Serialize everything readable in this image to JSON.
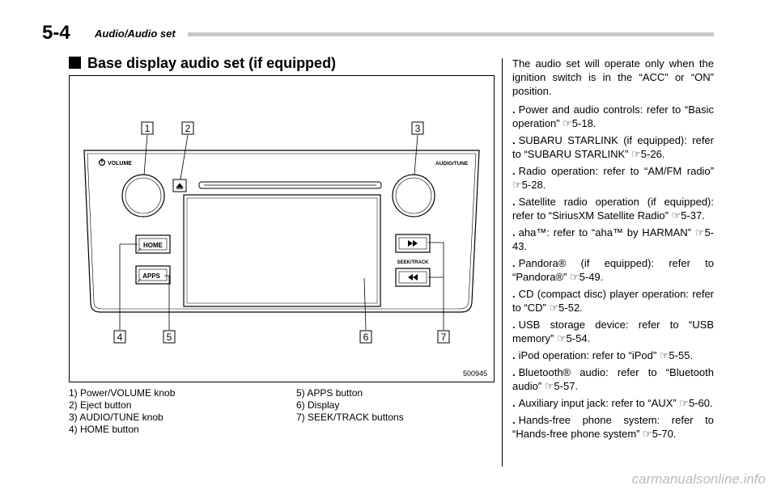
{
  "header": {
    "page_number": "5-4",
    "chapter": "Audio/Audio set"
  },
  "section": {
    "heading": "Base display audio set (if equipped)"
  },
  "figure": {
    "id": "500945",
    "panel_labels": {
      "volume": "VOLUME",
      "audio_tune": "AUDIO/TUNE",
      "home": "HOME",
      "apps": "APPS",
      "seek_track": "SEEK/TRACK"
    },
    "callouts": [
      "1",
      "2",
      "3",
      "4",
      "5",
      "6",
      "7"
    ]
  },
  "legend": {
    "left": [
      "1) Power/VOLUME knob",
      "2) Eject button",
      "3) AUDIO/TUNE knob",
      "4) HOME button"
    ],
    "right": [
      "5) APPS button",
      "6) Display",
      "7) SEEK/TRACK buttons"
    ]
  },
  "body": {
    "intro": "The audio set will operate only when the ignition switch is in the “ACC” or “ON” position.",
    "bullet": ".",
    "items": [
      "Power and audio controls: refer to “Basic operation” ☞5-18.",
      "SUBARU STARLINK (if equipped): refer to “SUBARU STARLINK” ☞5-26.",
      "Radio operation: refer to “AM/FM radio” ☞5-28.",
      "Satellite radio operation (if equipped): refer to “SiriusXM Satellite Radio” ☞5-37.",
      "aha™: refer to “aha™ by HARMAN” ☞5-43.",
      "Pandora® (if equipped): refer to “Pandora®” ☞5-49.",
      "CD (compact disc) player operation: refer to “CD” ☞5-52.",
      "USB storage device: refer to “USB memory” ☞5-54.",
      "iPod operation: refer to “iPod” ☞5-55.",
      "Bluetooth® audio: refer to “Bluetooth audio” ☞5-57.",
      "Auxiliary input jack: refer to “AUX” ☞5-60.",
      "Hands-free phone system: refer to “Hands-free phone system” ☞5-70."
    ]
  },
  "footer": {
    "watermark": "carmanualsonline.info"
  }
}
